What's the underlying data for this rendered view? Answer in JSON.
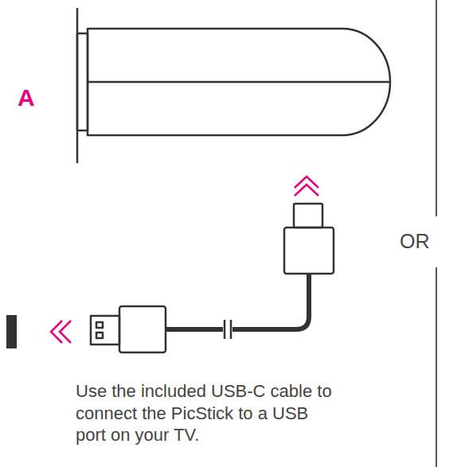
{
  "diagram": {
    "labels": [
      "A",
      "OR",
      "Use the included USB-C cable to connect the PicStick to a USB port on your TV."
    ]
  }
}
